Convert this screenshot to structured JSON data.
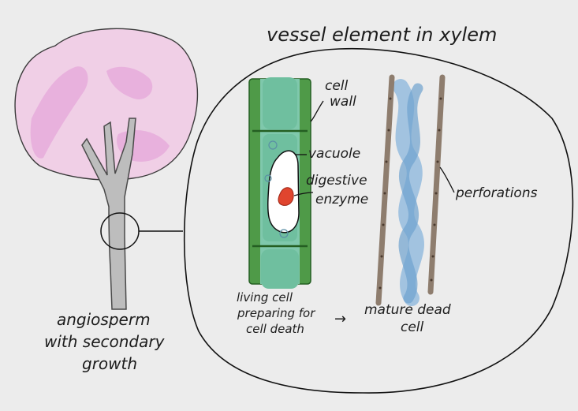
{
  "title": "vessel element in xylem",
  "tree_caption": [
    "angiosperm",
    "with secondary",
    "growth"
  ],
  "labels": {
    "cell_wall": [
      "cell",
      "wall"
    ],
    "vacuole": "vacuole",
    "digestive_enzyme": [
      "digestive",
      "enzyme"
    ],
    "perforations": "perforations",
    "living_cell": [
      "living cell",
      "preparing for",
      "cell death"
    ],
    "arrow": "→",
    "mature_dead_cell": [
      "mature dead",
      "cell"
    ]
  },
  "colors": {
    "background": "#ececec",
    "canopy": "#f0cfe6",
    "canopy_streak": "#e6a7d9",
    "trunk": "#bdbdbd",
    "cell_wall": "#3d8a3a",
    "cytoplasm": "#6fbf9f",
    "vacuole": "#ffffff",
    "enzyme": "#e0452e",
    "dead_wall": "#8e7d6e",
    "water": "#6fa3cf"
  }
}
